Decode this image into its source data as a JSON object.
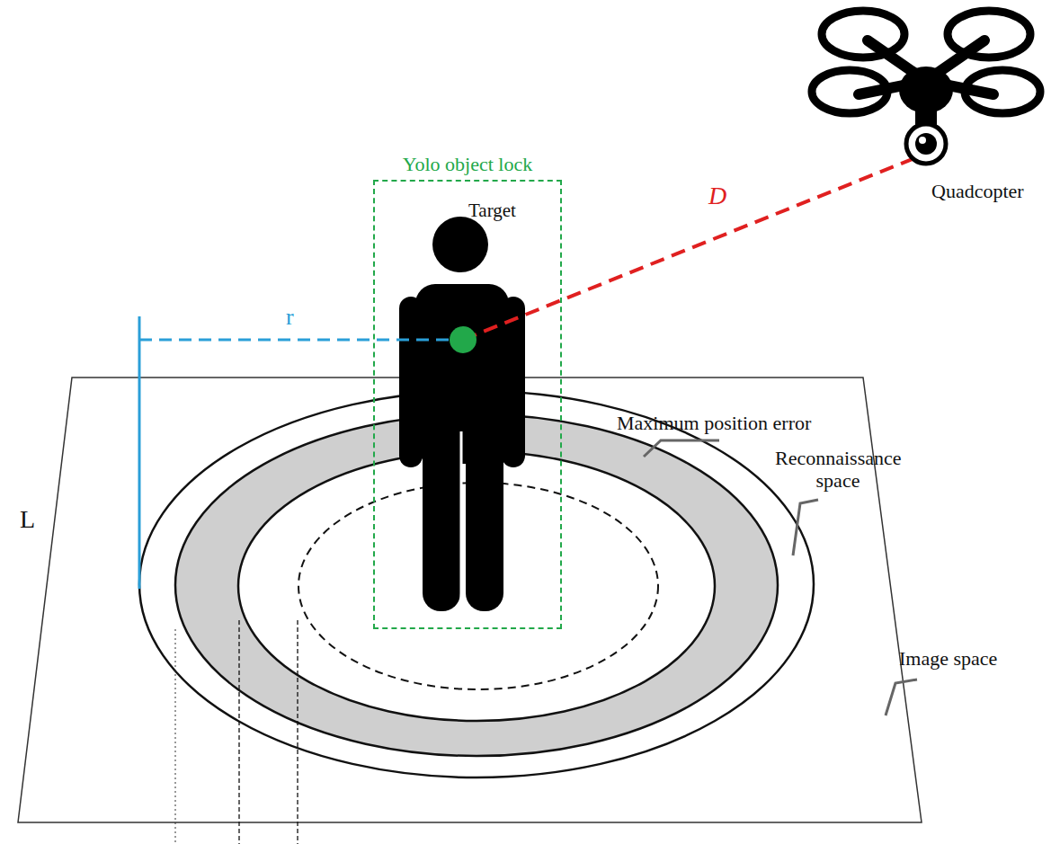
{
  "diagram": {
    "nodes": [
      {
        "text": [
          "Yolo object lock",
          "Target"
        ]
      }
    ],
    "labels": [
      "D",
      "Quadcopter",
      "r",
      "L",
      "Maximum position error",
      "Reconnaissance space",
      "Image space"
    ]
  }
}
